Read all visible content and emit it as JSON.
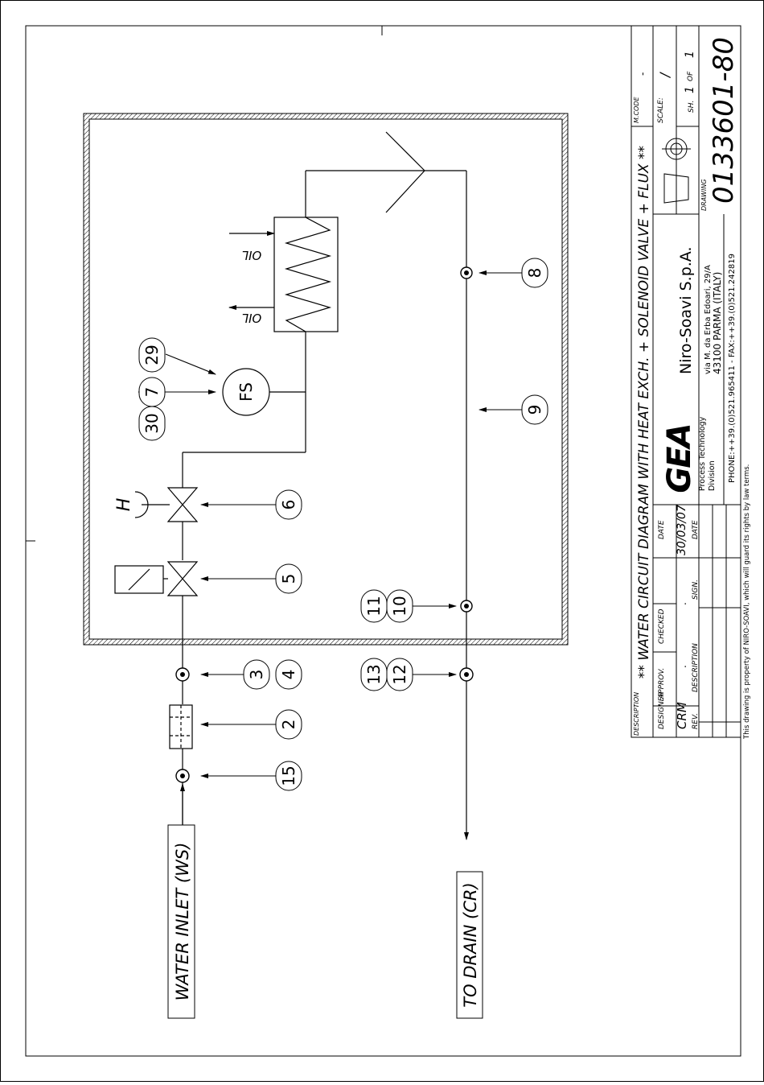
{
  "title": "** WATER CIRCUIT DIAGRAM WITH HEAT EXCH. + SOLENOID VALVE + FLUX **",
  "labels": {
    "water_inlet": "WATER INLET (WS)",
    "to_drain": "TO DRAIN (CR)",
    "oil_in": "OIL",
    "oil_out": "OIL",
    "flow_switch": "FS",
    "handle": "H"
  },
  "callouts": [
    "15",
    "2",
    "3",
    "4",
    "5",
    "6",
    "7",
    "30",
    "29",
    "8",
    "9",
    "10",
    "11",
    "12",
    "13"
  ],
  "title_block": {
    "description_label": "DESCRIPTION",
    "m_code_label": "M.CODE",
    "m_code_value": "-",
    "designer_label": "DESIGNER",
    "designer_value": "CRM",
    "approv_label": "APPROV.",
    "approv_value": ".",
    "checked_label": "CHECKED",
    "checked_value": ".",
    "date_label": "DATE",
    "date_value": "30/03/07",
    "rev_label": "REV.",
    "description_col_label": "DESCRIPTION",
    "sign_label": "SIGN.",
    "date2_label": "DATE",
    "blank_dot": ".",
    "company": "Niro-Soavi  S.p.A.",
    "division_1": "Process  Technology",
    "division_2": "Division",
    "address_1": "via M. da Erba Edoari, 29/A",
    "address_2": "43100  PARMA  (ITALY)",
    "phone": "PHONE:++39.(0)521.965411  -  FAX:++39.(0)521.242819",
    "scale_label": "SCALE:",
    "scale_value": "/",
    "sheet_label": "SH.",
    "sheet_value": "1",
    "sheet_of": "OF",
    "sheet_total": "1",
    "drawing_label": "DRAWING",
    "drawing_number": "0133601-80",
    "logo_text": "GEA",
    "footer": "This drawing is property of NIRO-SOAVI, which will guard its rights by law terms."
  }
}
